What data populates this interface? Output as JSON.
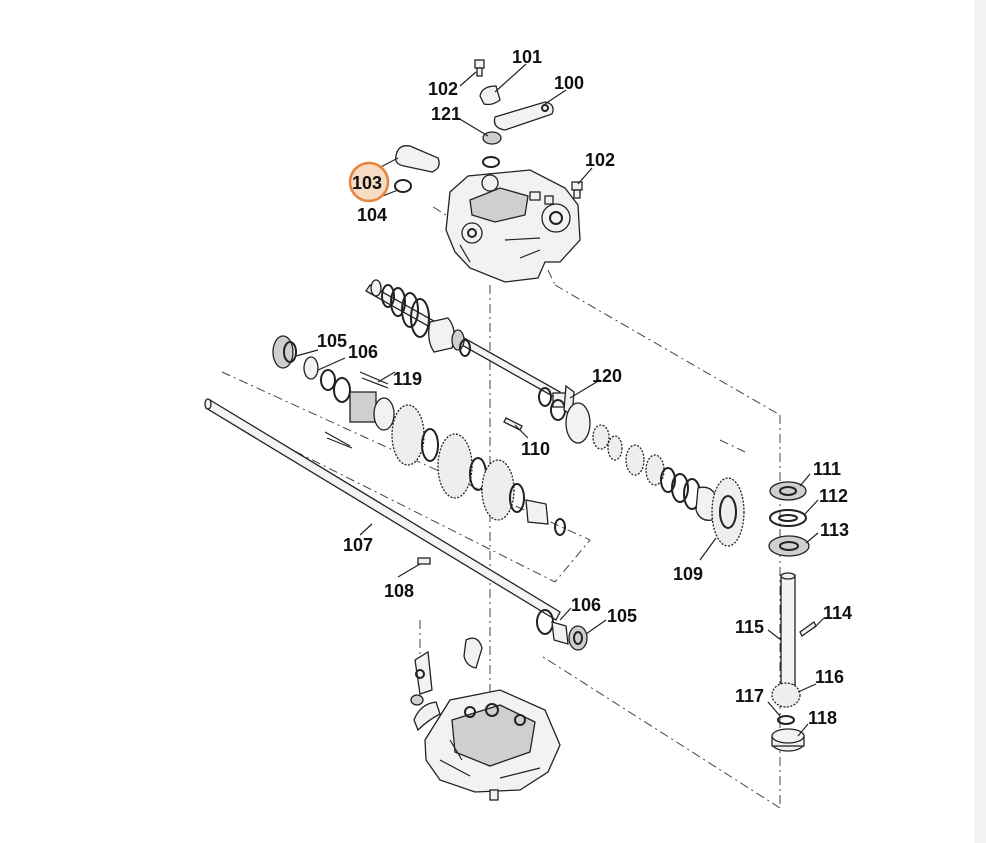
{
  "diagram": {
    "highlight_color": "#e8833a",
    "labels": {
      "l100": "100",
      "l101": "101",
      "l102a": "102",
      "l102b": "102",
      "l103": "103",
      "l104": "104",
      "l105a": "105",
      "l105b": "105",
      "l106a": "106",
      "l106b": "106",
      "l107": "107",
      "l108": "108",
      "l109": "109",
      "l110": "110",
      "l111": "111",
      "l112": "112",
      "l113": "113",
      "l114": "114",
      "l115": "115",
      "l116": "116",
      "l117": "117",
      "l118": "118",
      "l119": "119",
      "l120": "120",
      "l121": "121"
    },
    "selected_part": "103"
  }
}
